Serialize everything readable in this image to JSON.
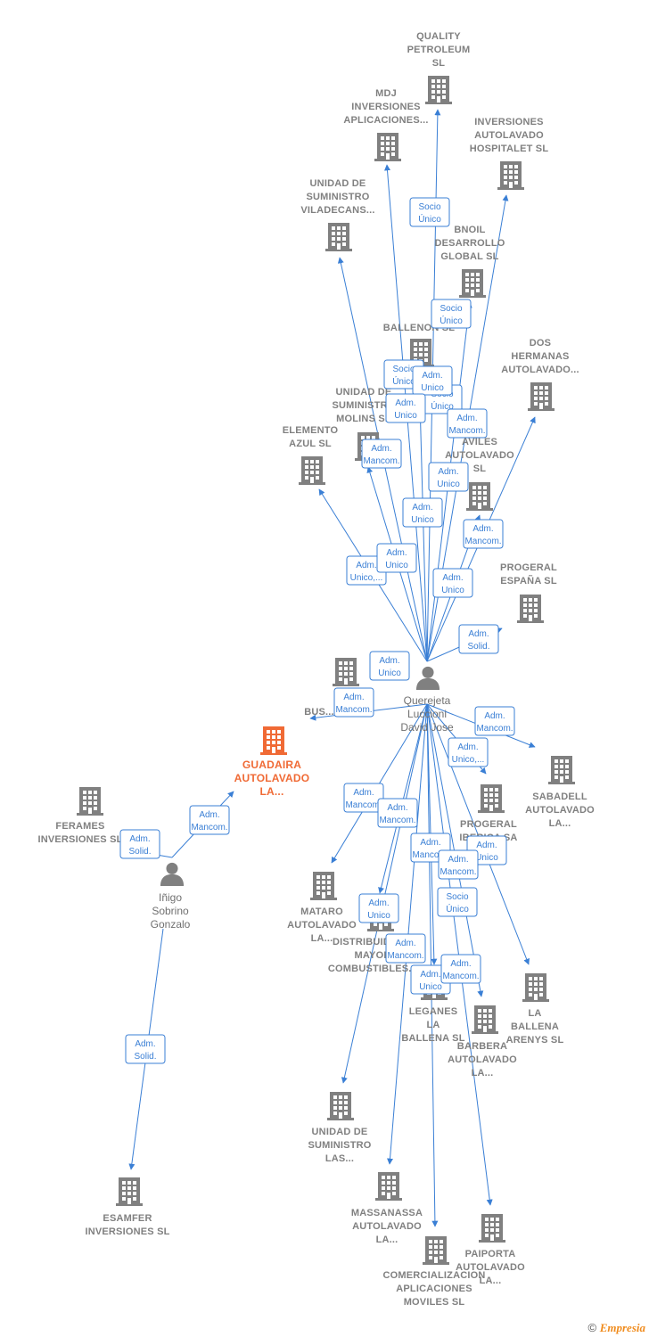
{
  "colors": {
    "edge": "#3a7fd5",
    "node": "#808080",
    "focus": "#f06a35",
    "person": "#808080"
  },
  "companies": [
    {
      "id": "quality",
      "lines": [
        "QUALITY",
        "PETROLEUM",
        "SL"
      ]
    },
    {
      "id": "mdj",
      "lines": [
        "MDJ",
        "INVERSIONES",
        "APLICACIONES..."
      ]
    },
    {
      "id": "inv_hosp",
      "lines": [
        "INVERSIONES",
        "AUTOLAVADO",
        "HOSPITALET SL"
      ]
    },
    {
      "id": "uds_vila",
      "lines": [
        "UNIDAD DE",
        "SUMINISTRO",
        "VILADECANS..."
      ]
    },
    {
      "id": "bnoil",
      "lines": [
        "BNOIL",
        "DESARROLLO",
        "GLOBAL  SL"
      ]
    },
    {
      "id": "ballenon",
      "lines": [
        "BALLENON SL"
      ]
    },
    {
      "id": "dos_herm",
      "lines": [
        "DOS",
        "HERMANAS",
        "AUTOLAVADO..."
      ]
    },
    {
      "id": "uds_molins",
      "lines": [
        "UNIDAD DE",
        "SUMINISTRO",
        "MOLINS SL"
      ]
    },
    {
      "id": "elemento",
      "lines": [
        "ELEMENTO",
        "AZUL SL"
      ]
    },
    {
      "id": "aviles",
      "lines": [
        "AVILES",
        "AUTOLAVADO",
        "SL"
      ]
    },
    {
      "id": "progeral_es",
      "lines": [
        "PROGERAL",
        "ESPAÑA SL"
      ]
    },
    {
      "id": "bus",
      "lines": [
        "BUS..."
      ]
    },
    {
      "id": "guadaira",
      "lines": [
        "GUADAIRA",
        "AUTOLAVADO",
        "LA..."
      ],
      "focus": true
    },
    {
      "id": "sabadell",
      "lines": [
        "SABADELL",
        "AUTOLAVADO",
        "LA..."
      ]
    },
    {
      "id": "progeral_ib",
      "lines": [
        "PROGERAL",
        "IBERICA SA"
      ]
    },
    {
      "id": "ferames",
      "lines": [
        "FERAMES",
        "INVERSIONES SL"
      ]
    },
    {
      "id": "mataro",
      "lines": [
        "MATARO",
        "AUTOLAVADO",
        "LA..."
      ]
    },
    {
      "id": "distrib",
      "lines": [
        "DISTRIBUIDORA",
        "MAYOR",
        "COMBUSTIBLES..."
      ]
    },
    {
      "id": "leganes",
      "lines": [
        "LEGANES",
        "LA",
        "BALLENA SL"
      ]
    },
    {
      "id": "barbera",
      "lines": [
        "BARBERA",
        "AUTOLAVADO",
        "LA..."
      ]
    },
    {
      "id": "arenys",
      "lines": [
        "LA",
        "BALLENA",
        "ARENYS SL"
      ]
    },
    {
      "id": "uds_las",
      "lines": [
        "UNIDAD DE",
        "SUMINISTRO",
        "LAS..."
      ]
    },
    {
      "id": "massanassa",
      "lines": [
        "MASSANASSA",
        "AUTOLAVADO",
        "LA..."
      ]
    },
    {
      "id": "comercial",
      "lines": [
        "COMERCIALIZACION",
        "APLICACIONES",
        "MOVILES  SL"
      ]
    },
    {
      "id": "paiporta",
      "lines": [
        "PAIPORTA",
        "AUTOLAVADO",
        "LA..."
      ]
    },
    {
      "id": "esamfer",
      "lines": [
        "ESAMFER",
        "INVERSIONES SL"
      ]
    }
  ],
  "people": [
    {
      "id": "david",
      "lines": [
        "Querejeta",
        "Luccioni",
        "David Jose"
      ]
    },
    {
      "id": "inigo",
      "lines": [
        "Iñigo",
        "Sobrino",
        "Gonzalo"
      ]
    }
  ],
  "edge_labels": [
    {
      "id": "e_quality",
      "lines": [
        "Socio",
        "Único"
      ]
    },
    {
      "id": "e_bnoil",
      "lines": [
        "Socio",
        "Único"
      ]
    },
    {
      "id": "e_ballenon1",
      "lines": [
        "Socio",
        "Único"
      ]
    },
    {
      "id": "e_ballenon2",
      "lines": [
        "Socio",
        "Único"
      ]
    },
    {
      "id": "e_mdj",
      "lines": [
        "Adm.",
        "Unico"
      ]
    },
    {
      "id": "e_molins",
      "lines": [
        "Adm.",
        "Unico"
      ]
    },
    {
      "id": "e_inv_hosp",
      "lines": [
        "Adm.",
        "Mancom."
      ]
    },
    {
      "id": "e_uds_vila",
      "lines": [
        "Adm.",
        "Mancom."
      ]
    },
    {
      "id": "e_aviles",
      "lines": [
        "Adm.",
        "Unico"
      ]
    },
    {
      "id": "e_ballenon3",
      "lines": [
        "Adm.",
        "Unico"
      ]
    },
    {
      "id": "e_dos_herm",
      "lines": [
        "Adm.",
        "Mancom."
      ]
    },
    {
      "id": "e_elemento",
      "lines": [
        "Adm.",
        "Unico,..."
      ]
    },
    {
      "id": "e_molins2",
      "lines": [
        "Adm.",
        "Unico"
      ]
    },
    {
      "id": "e_aviles2",
      "lines": [
        "Adm.",
        "Unico"
      ]
    },
    {
      "id": "e_progeral_es",
      "lines": [
        "Adm.",
        "Solid."
      ]
    },
    {
      "id": "e_bus1",
      "lines": [
        "Adm.",
        "Unico"
      ]
    },
    {
      "id": "e_bus2",
      "lines": [
        "Adm.",
        "Mancom."
      ]
    },
    {
      "id": "e_sabadell",
      "lines": [
        "Adm.",
        "Mancom."
      ]
    },
    {
      "id": "e_progeral_ib",
      "lines": [
        "Adm.",
        "Unico,..."
      ]
    },
    {
      "id": "e_guadaira",
      "lines": [
        "Adm.",
        "Mancom."
      ]
    },
    {
      "id": "e_ferames",
      "lines": [
        "Adm.",
        "Solid."
      ]
    },
    {
      "id": "e_mataro",
      "lines": [
        "Adm.",
        "Mancom."
      ]
    },
    {
      "id": "e_distrib",
      "lines": [
        "Adm.",
        "Mancom."
      ]
    },
    {
      "id": "e_leganes",
      "lines": [
        "Adm.",
        "Mancom."
      ]
    },
    {
      "id": "e_arenys",
      "lines": [
        "Adm.",
        "Unico"
      ]
    },
    {
      "id": "e_barbera",
      "lines": [
        "Adm.",
        "Mancom."
      ]
    },
    {
      "id": "e_leganes2",
      "lines": [
        "Socio",
        "Único"
      ]
    },
    {
      "id": "e_uds_las",
      "lines": [
        "Adm.",
        "Unico"
      ]
    },
    {
      "id": "e_massanassa",
      "lines": [
        "Adm.",
        "Mancom."
      ]
    },
    {
      "id": "e_comercial",
      "lines": [
        "Adm.",
        "Unico"
      ]
    },
    {
      "id": "e_paiporta",
      "lines": [
        "Adm.",
        "Mancom."
      ]
    },
    {
      "id": "e_esamfer",
      "lines": [
        "Adm.",
        "Solid."
      ]
    }
  ],
  "footer": {
    "copyright": "©",
    "brand": "Empresia"
  }
}
